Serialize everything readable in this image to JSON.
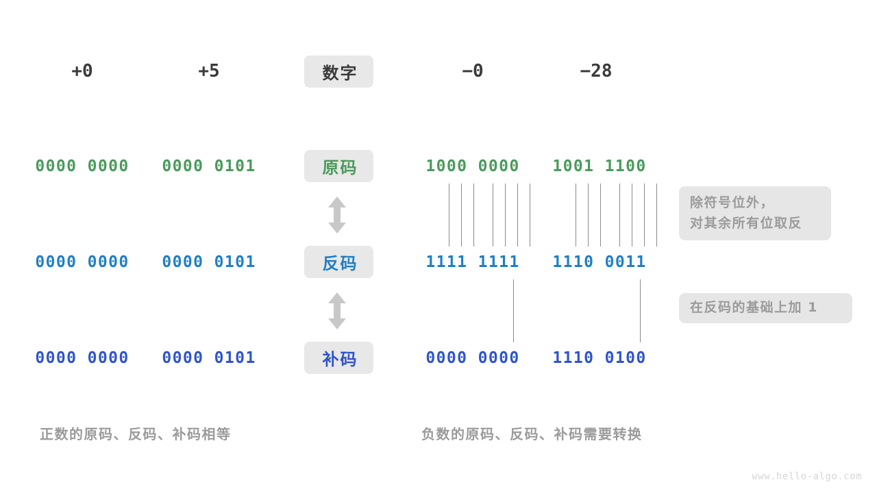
{
  "page": {
    "watermark": "www.hello-algo.com",
    "colors": {
      "green": "#4a9a5c",
      "blue": "#1f7fc4",
      "navy": "#2f55c9",
      "gray_text": "#9b9b9b",
      "pill_bg": "#e8e8e8",
      "note_bg": "#e6e6e6",
      "line": "#8a8a8a",
      "arrow": "#c8c8c8",
      "background": "#ffffff"
    }
  },
  "header": {
    "numbers": [
      {
        "label": "+0"
      },
      {
        "label": "+5"
      },
      {
        "label": "−₀"
      },
      {
        "label": "−0"
      },
      {
        "label": "−28"
      }
    ],
    "pill": "数字"
  },
  "rows": [
    {
      "key": "sign_magnitude",
      "pill": "原码",
      "pill_color_class": "green",
      "values": {
        "plus0": "0000 0000",
        "plus5": "0000 0101",
        "minus0": "1000 0000",
        "minus28": "1001 1100"
      }
    },
    {
      "key": "ones_complement",
      "pill": "反码",
      "pill_color_class": "blue",
      "values": {
        "plus0": "0000 0000",
        "plus5": "0000 0101",
        "minus0": "1111 1111",
        "minus28": "1110 0011"
      }
    },
    {
      "key": "twos_complement",
      "pill": "补码",
      "pill_color_class": "navy",
      "values": {
        "plus0": "0000 0000",
        "plus5": "0000 0101",
        "minus0": "0000 0000",
        "minus28": "1110 0100"
      }
    }
  ],
  "notes": [
    {
      "key": "invert",
      "lines": [
        "除符号位外，",
        "对其余所有位取反"
      ]
    },
    {
      "key": "add_one",
      "lines": [
        "在反码的基础上加 1"
      ]
    }
  ],
  "captions": {
    "left": "正数的原码、反码、补码相等",
    "right": "负数的原码、反码、补码需要转换"
  }
}
